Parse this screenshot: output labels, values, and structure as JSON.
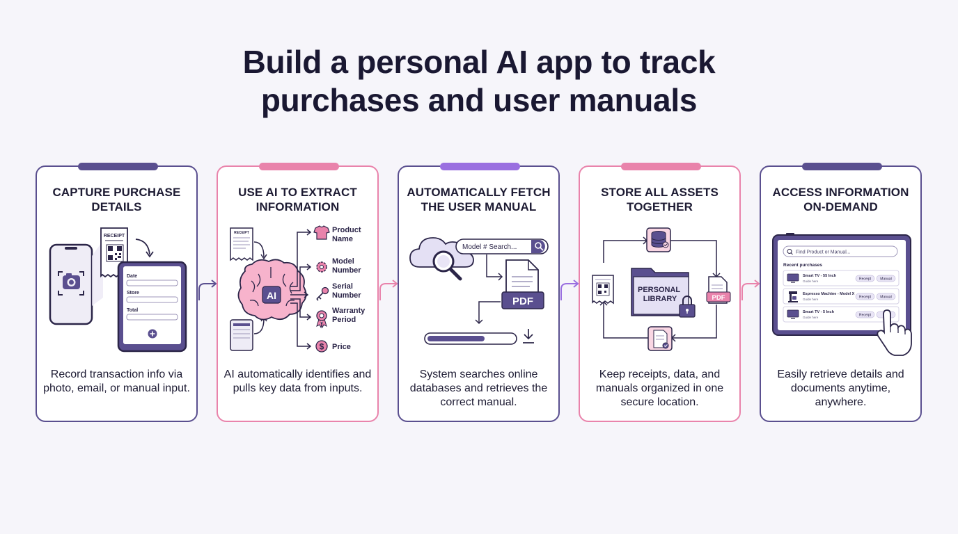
{
  "title": {
    "line1": "Build a personal AI app to track",
    "line2": "purchases and user manuals"
  },
  "colors": {
    "purple_dark": "#5a4f8f",
    "pink": "#e983ab",
    "violet": "#9a6fe0",
    "lavender": "#e9e5f6",
    "pink_light": "#f9d6e3",
    "text": "#1d1b33"
  },
  "steps": [
    {
      "title_line1": "CAPTURE PURCHASE",
      "title_line2": "DETAILS",
      "desc": "Record transaction info via photo, email, or manual input.",
      "receipt_label": "RECEIPT",
      "form_labels": [
        "Date",
        "Store",
        "Total"
      ],
      "icons": [
        "phone-icon",
        "camera-icon",
        "receipt-icon",
        "qr-code-icon",
        "tablet-icon",
        "plus-icon"
      ]
    },
    {
      "title_line1": "USE AI TO EXTRACT",
      "title_line2": "INFORMATION",
      "desc": "AI automatically identifies and pulls key data from inputs.",
      "receipt_label": "RECEIPT",
      "brain_label": "AI",
      "fields": [
        "Product Name",
        "Model Number",
        "Serial Number",
        "Warranty Period",
        "Price"
      ],
      "field_lines": [
        [
          "Product",
          "Name"
        ],
        [
          "Model",
          "Number"
        ],
        [
          "Serial",
          "Number"
        ],
        [
          "Warranty",
          "Period"
        ],
        [
          "Price"
        ]
      ],
      "icons": [
        "brain-icon",
        "tshirt-icon",
        "gear-icon",
        "key-icon",
        "medal-icon",
        "dollar-icon"
      ]
    },
    {
      "title_line1": "AUTOMATICALLY FETCH",
      "title_line2": "THE USER MANUAL",
      "desc": "System searches online databases and retrieves the correct manual.",
      "search_placeholder": "Model # Search...",
      "pdf_label": "PDF",
      "icons": [
        "cloud-icon",
        "magnifier-icon",
        "search-icon",
        "pdf-document-icon",
        "download-icon"
      ]
    },
    {
      "title_line1": "STORE ALL ASSETS",
      "title_line2": "TOGETHER",
      "desc": "Keep receipts, data, and manuals organized in one secure location.",
      "library_line1": "PERSONAL",
      "library_line2": "LIBRARY",
      "pdf_label": "PDF",
      "icons": [
        "database-icon",
        "receipt-icon",
        "folder-icon",
        "lock-icon",
        "pdf-icon",
        "document-check-icon"
      ]
    },
    {
      "title_line1": "ACCESS INFORMATION",
      "title_line2": "ON-DEMAND",
      "desc": "Easily retrieve details and documents anytime, anywhere.",
      "search_placeholder": "Find Product or Manual...",
      "list_heading": "Recent purchases",
      "items": [
        {
          "name": "Smart TV - 55 Inch",
          "sub": "Guide here",
          "receipt": "Receipt",
          "manual": "Manual"
        },
        {
          "name": "Espresso Machine - Model X",
          "sub": "Guide here",
          "receipt": "Receipt",
          "manual": "Manual"
        },
        {
          "name": "Smart TV - 5 Inch",
          "sub": "Guide here",
          "receipt": "Receipt",
          "manual": ""
        }
      ],
      "icons": [
        "tablet-icon",
        "tv-icon",
        "espresso-machine-icon",
        "pointer-hand-icon"
      ]
    }
  ]
}
